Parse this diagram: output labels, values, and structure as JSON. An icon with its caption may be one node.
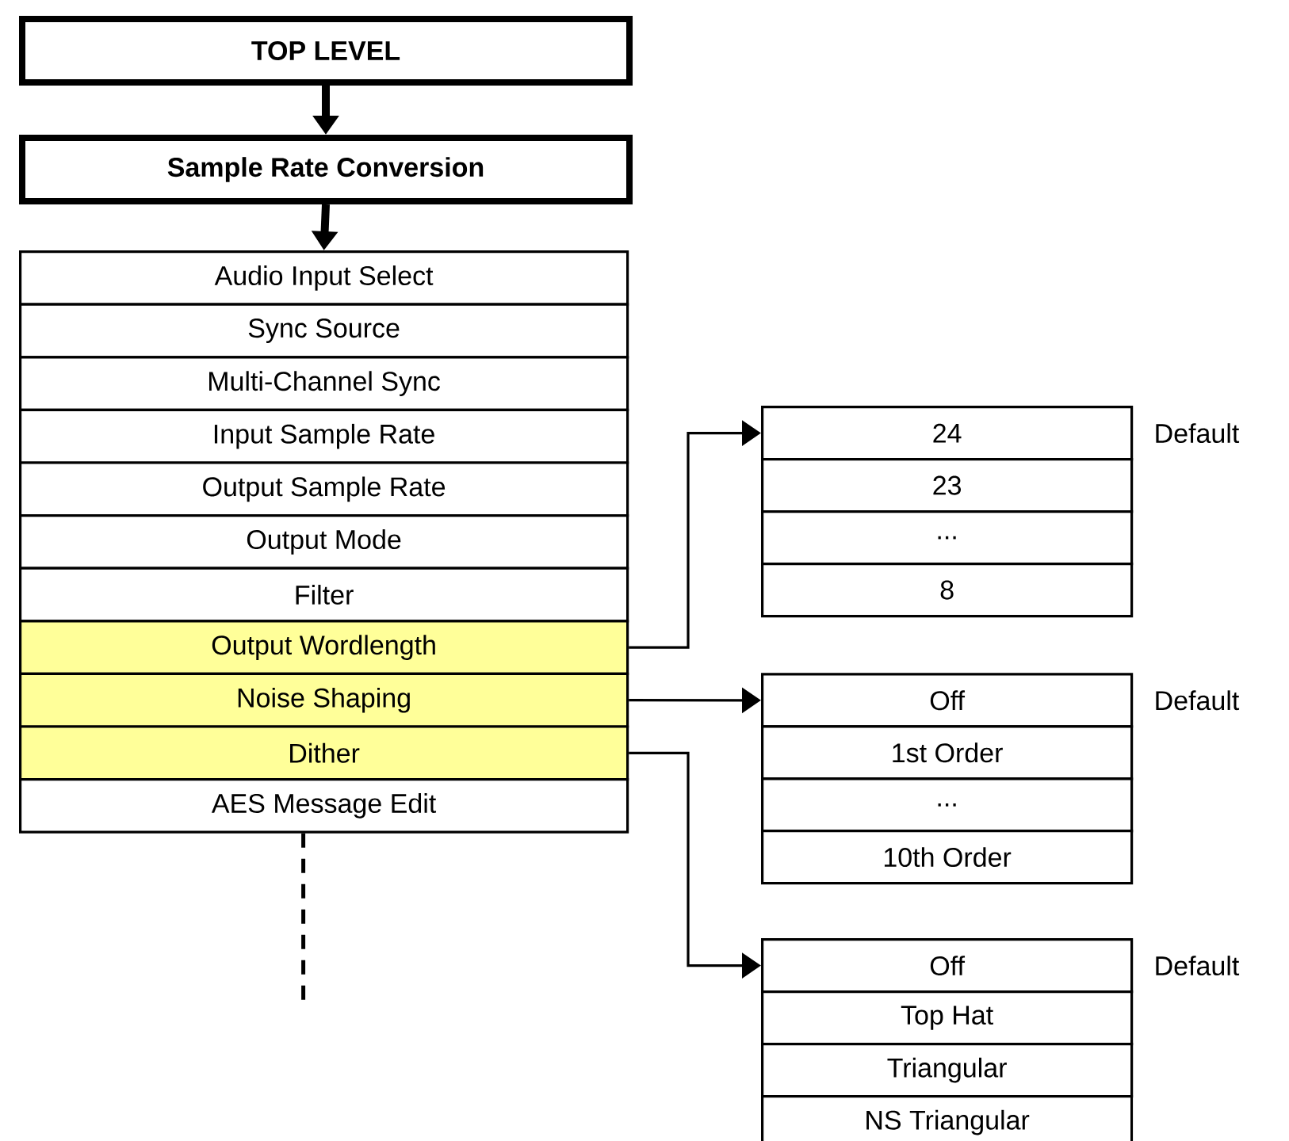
{
  "diagram": {
    "nodes": [
      {
        "text": [
          "TOP LEVEL"
        ]
      },
      {
        "text": [
          "Sample Rate Conversion"
        ]
      },
      {
        "text": [
          "Audio Input Select"
        ]
      },
      {
        "text": [
          "Sync Source"
        ]
      },
      {
        "text": [
          "Multi-Channel Sync"
        ]
      },
      {
        "text": [
          "Input Sample Rate"
        ]
      },
      {
        "text": [
          "Output Sample Rate"
        ]
      },
      {
        "text": [
          "Output Mode"
        ]
      },
      {
        "text": [
          "Filter"
        ]
      },
      {
        "text": [
          "Output Wordlength"
        ]
      },
      {
        "text": [
          "Noise Shaping"
        ]
      },
      {
        "text": [
          "Dither"
        ]
      },
      {
        "text": [
          "AES Message Edit"
        ]
      },
      {
        "text": [
          "24"
        ],
        "beside": [
          "Default"
        ]
      },
      {
        "text": [
          "23"
        ]
      },
      {
        "text": [
          "..."
        ]
      },
      {
        "text": [
          "8"
        ]
      },
      {
        "text": [
          "Off"
        ],
        "beside": [
          "Default"
        ]
      },
      {
        "text": [
          "1st Order"
        ]
      },
      {
        "text": [
          "..."
        ]
      },
      {
        "text": [
          "10th Order"
        ]
      },
      {
        "text": [
          "Off"
        ],
        "beside": [
          "Default"
        ]
      },
      {
        "text": [
          "Top Hat"
        ]
      },
      {
        "text": [
          "Triangular"
        ]
      },
      {
        "text": [
          "NS Triangular"
        ]
      }
    ],
    "edges": [
      {
        "from": 0,
        "to": 1,
        "arrow": "to",
        "style": "thick"
      },
      {
        "from": 1,
        "to": 2,
        "arrow": "to",
        "style": "thick"
      },
      {
        "from": 9,
        "to": 13,
        "arrow": "to"
      },
      {
        "from": 10,
        "to": 17,
        "arrow": "to"
      },
      {
        "from": 11,
        "to": 21,
        "arrow": "to"
      },
      {
        "from": 12,
        "to": null,
        "arrow": "none",
        "style": "dashed"
      }
    ]
  }
}
